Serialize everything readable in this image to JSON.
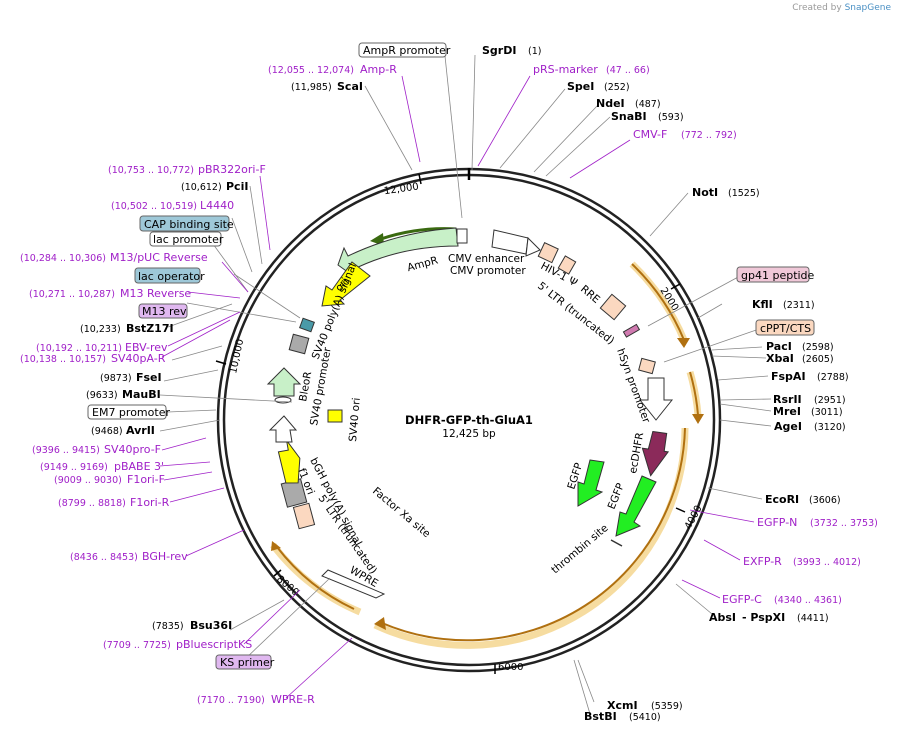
{
  "watermark": {
    "prefix": "Created by",
    "brand": "SnapGene"
  },
  "plasmid": {
    "name": "DHFR-GFP-th-GluA1",
    "size": "12,425 bp"
  },
  "ticks": [
    "2000",
    "4000",
    "6000",
    "8000",
    "10,000",
    "12,000"
  ],
  "enzymes": [
    {
      "name": "SgrDI",
      "pos": "(1)"
    },
    {
      "name": "SpeI",
      "pos": "(252)"
    },
    {
      "name": "NdeI",
      "pos": "(487)"
    },
    {
      "name": "SnaBI",
      "pos": "(593)"
    },
    {
      "name": "NotI",
      "pos": "(1525)"
    },
    {
      "name": "KflI",
      "pos": "(2311)"
    },
    {
      "name": "PacI",
      "pos": "(2598)"
    },
    {
      "name": "XbaI",
      "pos": "(2605)"
    },
    {
      "name": "FspAI",
      "pos": "(2788)"
    },
    {
      "name": "RsrII",
      "pos": "(2951)"
    },
    {
      "name": "MreI",
      "pos": "(3011)"
    },
    {
      "name": "AgeI",
      "pos": "(3120)"
    },
    {
      "name": "EcoRI",
      "pos": "(3606)"
    },
    {
      "name": "AbsI",
      "pos": "- PspXI"
    },
    {
      "name": "XcmI",
      "pos": "(5359)"
    },
    {
      "name": "BstBI",
      "pos": "(5410)"
    },
    {
      "name": "Bsu36I",
      "pos": "(7835)"
    },
    {
      "name": "AvrII",
      "pos": "(9468)"
    },
    {
      "name": "MauBI",
      "pos": "(9633)"
    },
    {
      "name": "FseI",
      "pos": "(9873)"
    },
    {
      "name": "BstZ17I",
      "pos": "(10,233)"
    },
    {
      "name": "PciI",
      "pos": "(10,612)"
    },
    {
      "name": "ScaI",
      "pos": "(11,985)"
    }
  ],
  "absi_extra": "(4411)",
  "primers": [
    {
      "name": "pRS-marker",
      "range": "(47 .. 66)"
    },
    {
      "name": "CMV-F",
      "range": "(772 .. 792)"
    },
    {
      "name": "EGFP-N",
      "range": "(3732 .. 3753)"
    },
    {
      "name": "EXFP-R",
      "range": "(3993 .. 4012)"
    },
    {
      "name": "EGFP-C",
      "range": "(4340 .. 4361)"
    },
    {
      "name": "WPRE-R",
      "range": "(7170 .. 7190)"
    },
    {
      "name": "pBluescriptKS",
      "range": "(7709 .. 7725)"
    },
    {
      "name": "BGH-rev",
      "range": "(8436 .. 8453)"
    },
    {
      "name": "F1ori-R",
      "range": "(8799 .. 8818)"
    },
    {
      "name": "F1ori-F",
      "range": "(9009 .. 9030)"
    },
    {
      "name": "pBABE 3'",
      "range": "(9149 .. 9169)"
    },
    {
      "name": "SV40pro-F",
      "range": "(9396 .. 9415)"
    },
    {
      "name": "SV40pA-R",
      "range": "(10,138 .. 10,157)"
    },
    {
      "name": "EBV-rev",
      "range": "(10,192 .. 10,211)"
    },
    {
      "name": "M13 Reverse",
      "range": "(10,271 .. 10,287)"
    },
    {
      "name": "M13/pUC Reverse",
      "range": "(10,284 .. 10,306)"
    },
    {
      "name": "L4440",
      "range": "(10,502 .. 10,519)"
    },
    {
      "name": "pBR322ori-F",
      "range": "(10,753 .. 10,772)"
    },
    {
      "name": "Amp-R",
      "range": "(12,055 .. 12,074)"
    }
  ],
  "boxed": {
    "amp_promoter": "AmpR promoter",
    "gp41": "gp41 peptide",
    "cppt": "cPPT/CTS",
    "cap_site": "CAP binding site",
    "lac_promoter": "lac promoter",
    "lac_operator": "lac operator",
    "m13_rev": "M13 rev",
    "em7": "EM7 promoter",
    "ks_primer": "KS primer"
  },
  "features": {
    "ampr": "AmpR",
    "cmv_enh": "CMV enhancer",
    "cmv_prom": "CMV promoter",
    "hiv": "HIV-1 Ψ",
    "rre": "RRE",
    "ltr5": "5' LTR (truncated)",
    "hsyn": "hSyn promoter",
    "ecdhfr": "ecDHFR",
    "egfp1": "EGFP",
    "egfp2": "EGFP",
    "thrombin": "thrombin site",
    "factorxa": "Factor Xa site",
    "wpre": "WPRE",
    "ltr5b": "5' LTR (truncated)",
    "f1ori": "f1 ori",
    "bgh": "bGH poly(A) signal",
    "bleor": "BleoR",
    "sv40prom": "SV40 promoter",
    "sv40ori": "SV40 ori",
    "sv40pa": "SV40 poly(A) signal",
    "ori": "ori"
  },
  "colors": {
    "primer": "#a020c8",
    "ampr": "#c8f0c8",
    "egfp": "#22ee22",
    "ecdhfr": "#8b2a5a",
    "ori": "#ffff00",
    "ltr": "#fbd8c0",
    "orange_arc": "#e89a1a"
  }
}
